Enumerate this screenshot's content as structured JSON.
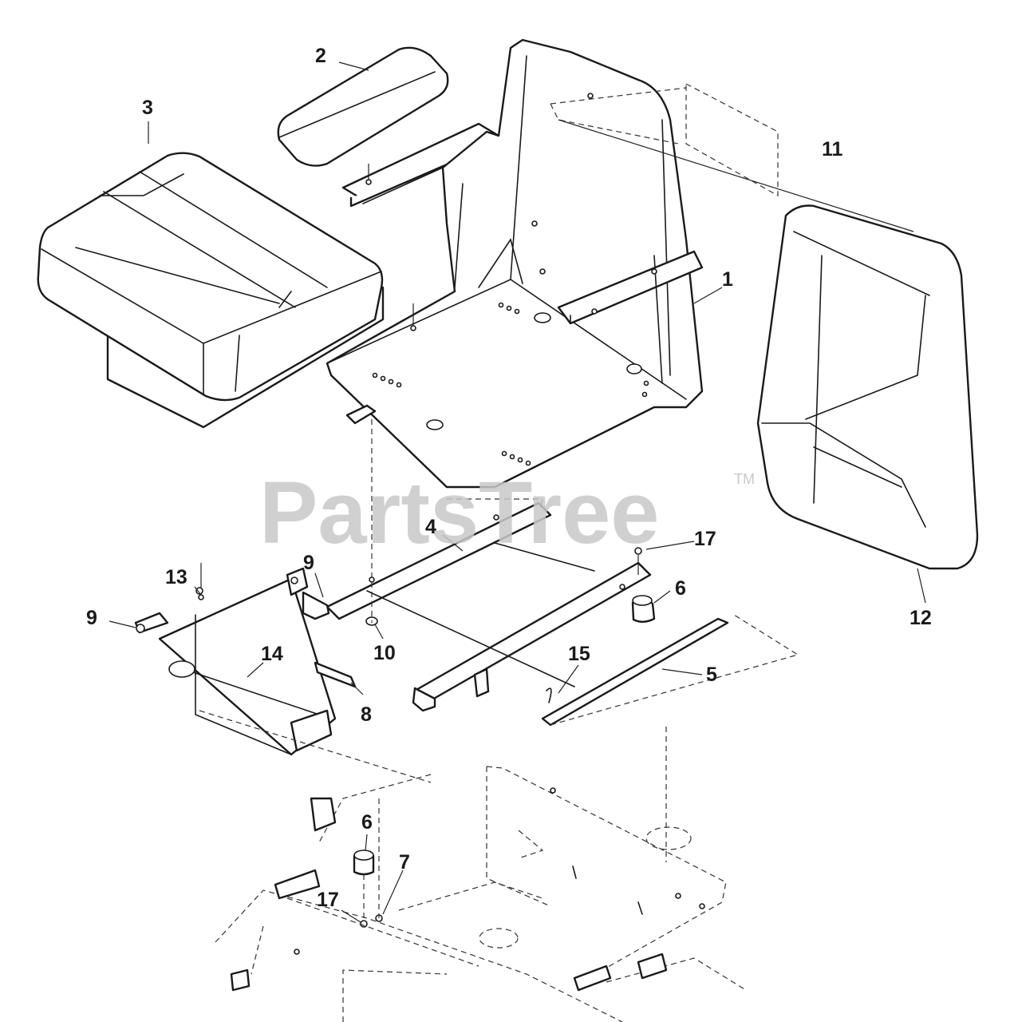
{
  "watermark": {
    "text": "PartsTree",
    "mark": "TM"
  },
  "callouts": [
    "1",
    "2",
    "3",
    "4",
    "5",
    "6",
    "6",
    "7",
    "8",
    "9",
    "9",
    "10",
    "11",
    "12",
    "13",
    "14",
    "15",
    "17",
    "17"
  ]
}
